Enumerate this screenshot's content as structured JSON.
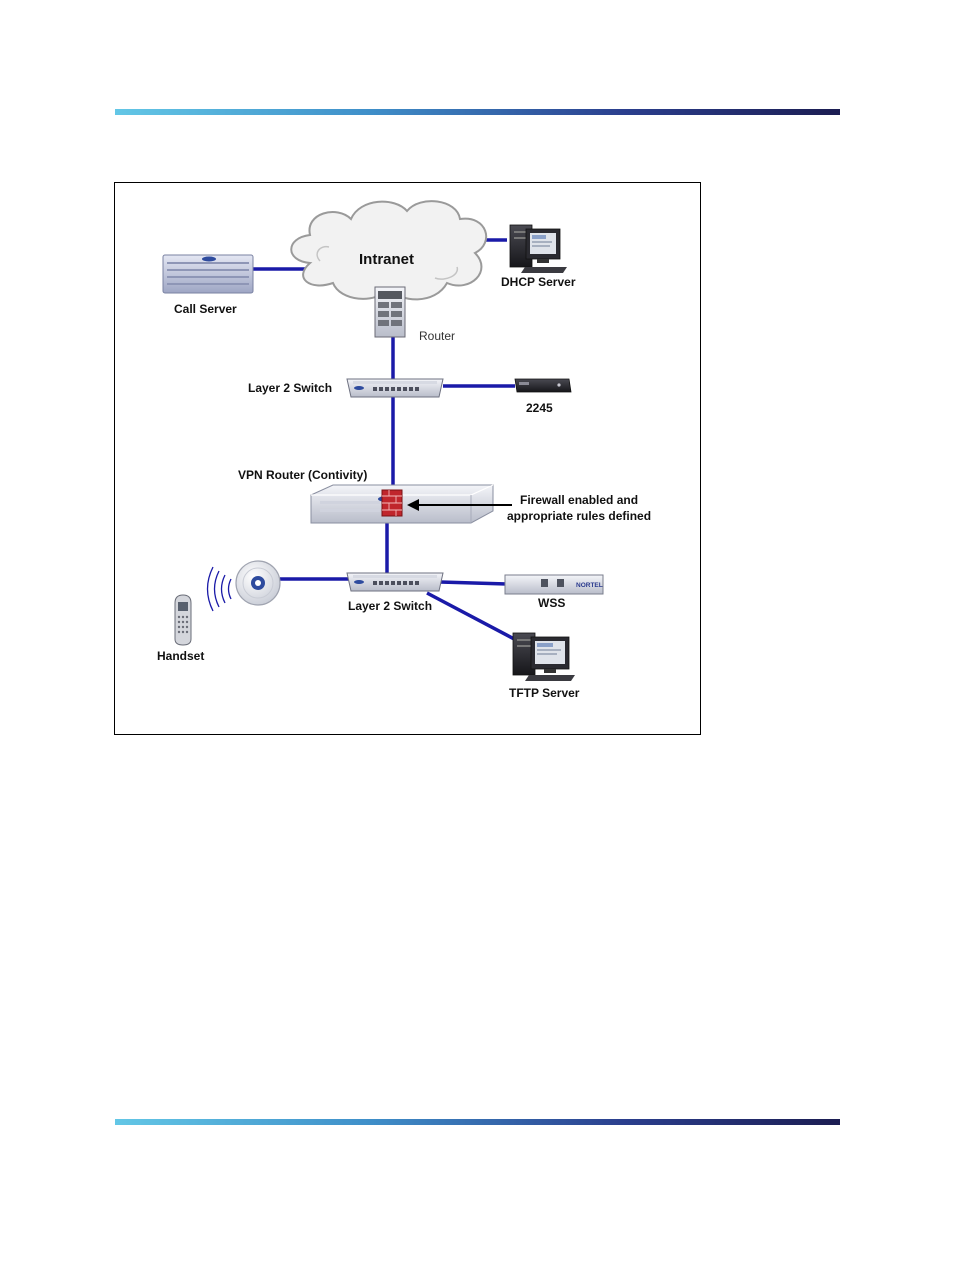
{
  "diagram": {
    "labels": {
      "intranet": "Intranet",
      "call_server": "Call Server",
      "dhcp_server": "DHCP Server",
      "router": "Router",
      "layer2_switch_top": "Layer 2 Switch",
      "device_2245": "2245",
      "vpn_router": "VPN Router (Contivity)",
      "firewall_line1": "Firewall enabled and",
      "firewall_line2": "appropriate rules defined",
      "layer2_switch_bottom": "Layer 2 Switch",
      "wss": "WSS",
      "nortel": "NORTEL",
      "handset": "Handset",
      "tftp_server": "TFTP Server"
    },
    "colors": {
      "link": "#1a1aa8",
      "rule_start": "#63c7e6",
      "rule_end": "#1c1d52",
      "firewall": "#c0262c"
    }
  }
}
